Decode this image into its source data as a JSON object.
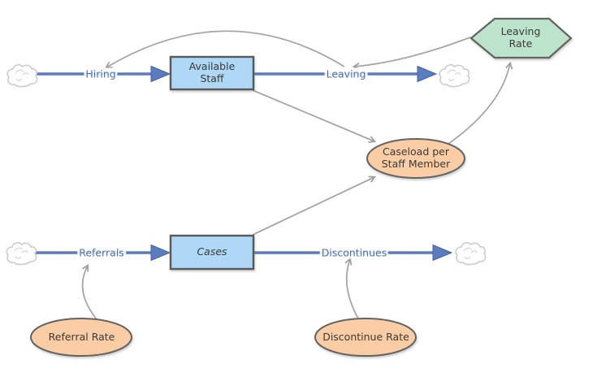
{
  "diagram": {
    "type": "stock-and-flow",
    "stocks": [
      {
        "id": "available-staff",
        "label": "Available Staff"
      },
      {
        "id": "cases",
        "label": "Cases"
      }
    ],
    "flows": [
      {
        "id": "hiring",
        "label": "Hiring",
        "from": "source-cloud",
        "to": "available-staff"
      },
      {
        "id": "leaving",
        "label": "Leaving",
        "from": "available-staff",
        "to": "sink-cloud"
      },
      {
        "id": "referrals",
        "label": "Referrals",
        "from": "source-cloud",
        "to": "cases"
      },
      {
        "id": "discontinues",
        "label": "Discontinues",
        "from": "cases",
        "to": "sink-cloud"
      }
    ],
    "converters": [
      {
        "id": "leaving-rate",
        "label": "Leaving Rate",
        "shape": "hexagon"
      },
      {
        "id": "caseload-per-staff-member",
        "label": "Caseload per Staff Member",
        "shape": "ellipse"
      },
      {
        "id": "referral-rate",
        "label": "Referral Rate",
        "shape": "ellipse"
      },
      {
        "id": "discontinue-rate",
        "label": "Discontinue Rate",
        "shape": "ellipse"
      }
    ],
    "connectors": [
      {
        "from": "leaving",
        "to": "hiring"
      },
      {
        "from": "leaving-rate",
        "to": "leaving"
      },
      {
        "from": "caseload-per-staff-member",
        "to": "leaving-rate"
      },
      {
        "from": "available-staff",
        "to": "caseload-per-staff-member"
      },
      {
        "from": "cases",
        "to": "caseload-per-staff-member"
      },
      {
        "from": "referral-rate",
        "to": "referrals"
      },
      {
        "from": "discontinue-rate",
        "to": "discontinues"
      }
    ],
    "colors": {
      "stock_fill": "#AED8F6",
      "stock_border": "#595959",
      "hexagon_fill": "#BCE3CC",
      "ellipse_fill": "#FBCDA5",
      "shape_border": "#636363",
      "flow_blue": "#5B7CBF",
      "flow_label_blue": "#4A6FB8",
      "connector_gray": "#A6A6A6",
      "cloud_gray": "#CCCCCC",
      "label_dark": "#3A3A3A"
    }
  }
}
